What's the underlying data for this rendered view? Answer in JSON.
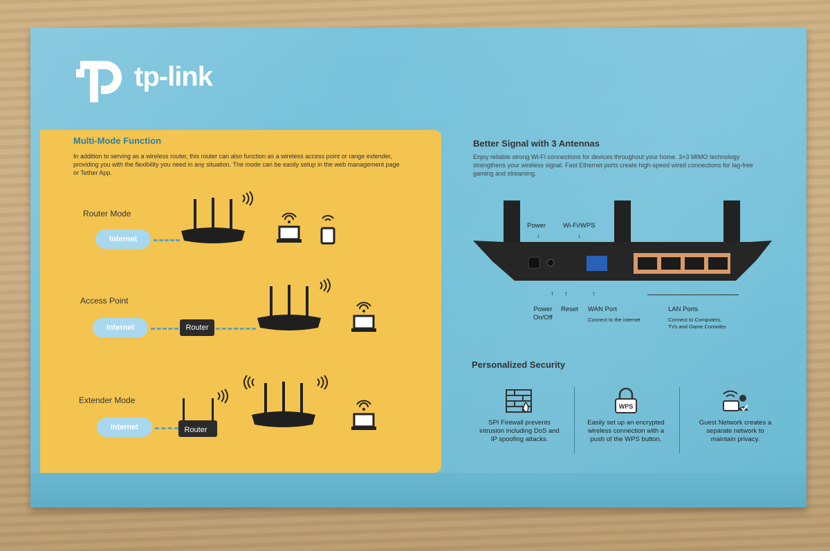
{
  "brand": {
    "name": "tp-link"
  },
  "multi_mode": {
    "title": "Multi-Mode Function",
    "description": "In addition to serving as a wireless router, this router can also function as a wireless access point or range extender, providing you with the flexibility you need in any situation. The mode can be easily setup in the  web management page or Tether App.",
    "modes": [
      {
        "label": "Router Mode",
        "internet": "Internet"
      },
      {
        "label": "Access Point",
        "internet": "Internet",
        "router": "Router"
      },
      {
        "label": "Extender Mode",
        "internet": "Internet",
        "router": "Router"
      }
    ]
  },
  "signal": {
    "title": "Better Signal with 3 Antennas",
    "description": "Enjoy reliable strong Wi-Fi connections for devices throughout your home. 3×3 MIMO technology strengthens your wireless signal. Fast Ethernet ports create high-speed wired connections for lag-free gaming and streaming.",
    "labels": {
      "power": "Power",
      "wifi_wps": "Wi-Fi/WPS",
      "power_onoff_1": "Power",
      "power_onoff_2": "On/Off",
      "reset": "Reset",
      "wan": "WAN Port",
      "wan_sub": "Connect to the internet",
      "lan": "LAN Ports",
      "lan_sub_1": "Connect to Computers,",
      "lan_sub_2": "TVs and Game Consoles"
    }
  },
  "security": {
    "title": "Personalized Security",
    "features": [
      {
        "icon": "firewall-icon",
        "lines": [
          "SPI Firewall prevents",
          "intrusion including DoS and",
          "IP spoofing attacks."
        ]
      },
      {
        "icon": "wps-lock-icon",
        "badge": "WPS",
        "lines": [
          "Easily set up an encrypted",
          "wireless connection with a",
          "push of the WPS button."
        ]
      },
      {
        "icon": "guest-network-icon",
        "lines": [
          "Guest Network creates a",
          "separate network to",
          "maintain privacy."
        ]
      }
    ]
  },
  "colors": {
    "box": "#74c0d9",
    "panel": "#f3c44f",
    "accent": "#2c7fa6"
  }
}
